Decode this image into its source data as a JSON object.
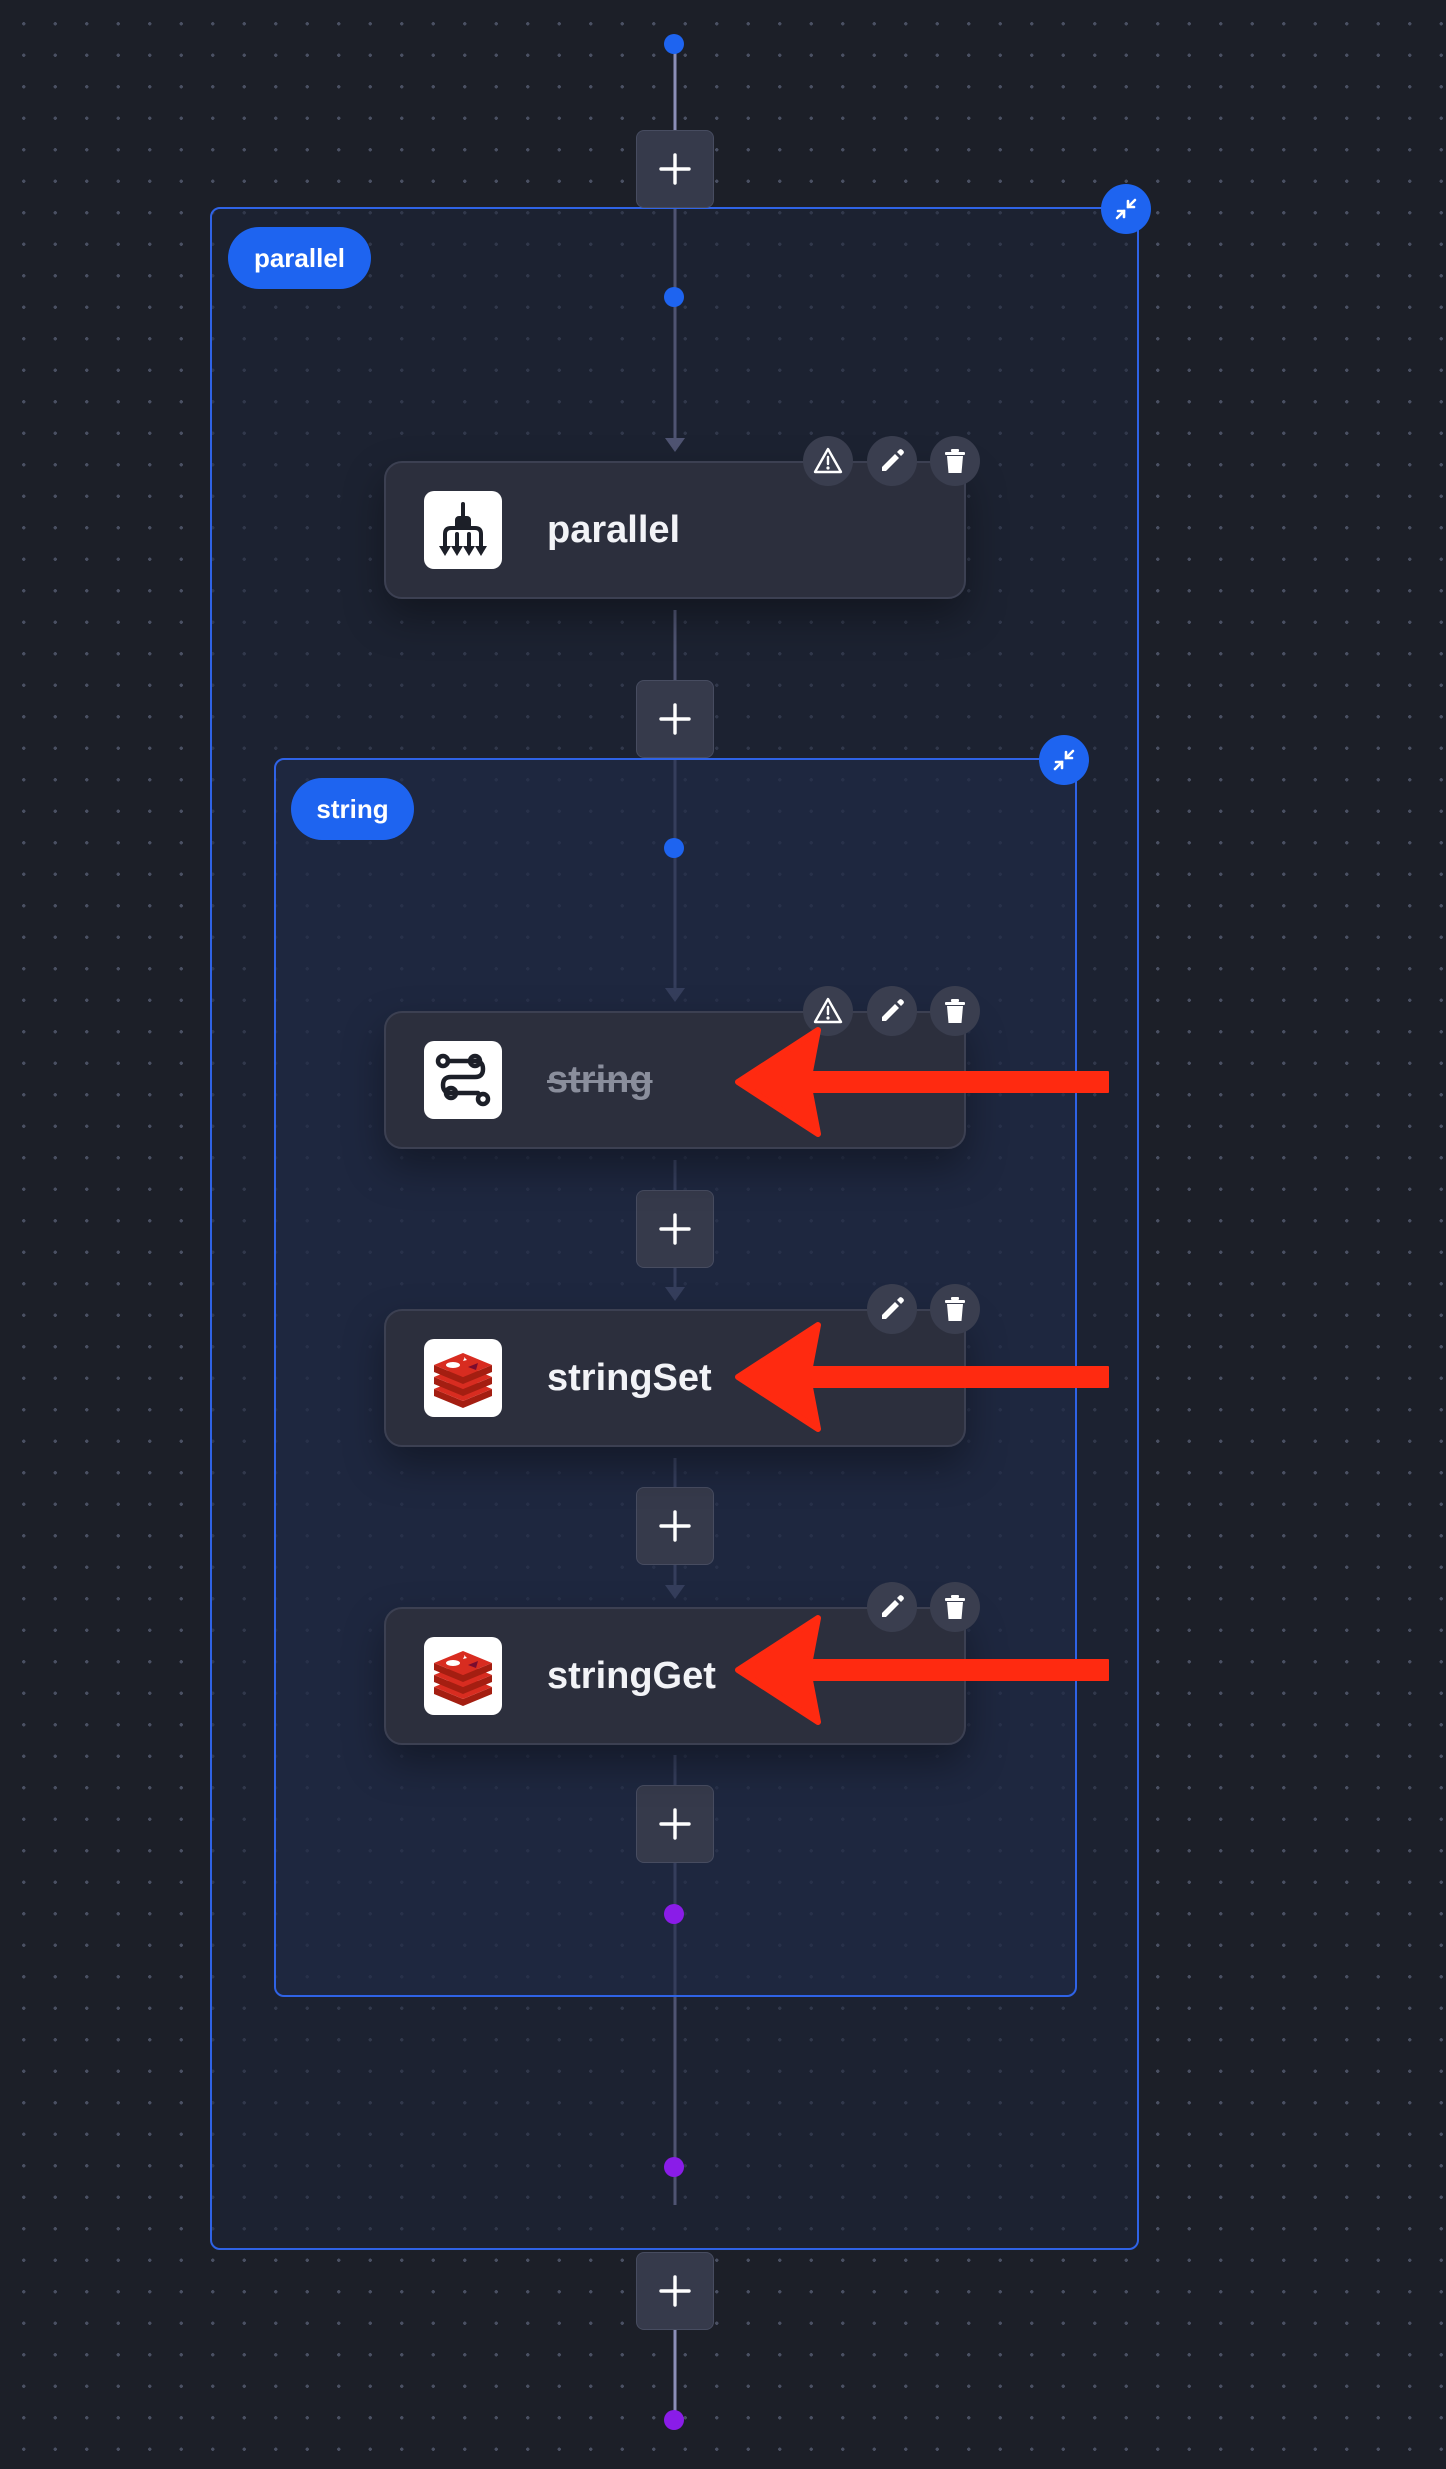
{
  "groups": {
    "outer": {
      "label": "parallel"
    },
    "inner": {
      "label": "string"
    }
  },
  "nodes": [
    {
      "label": "parallel",
      "icon": "parallel-branch-icon",
      "disabled": false,
      "actions": [
        "warning-icon",
        "edit-icon",
        "delete-icon"
      ]
    },
    {
      "label": "string",
      "icon": "string-flow-icon",
      "disabled": true,
      "actions": [
        "warning-icon",
        "edit-icon",
        "delete-icon"
      ]
    },
    {
      "label": "stringSet",
      "icon": "redis-icon",
      "disabled": false,
      "actions": [
        "edit-icon",
        "delete-icon"
      ]
    },
    {
      "label": "stringGet",
      "icon": "redis-icon",
      "disabled": false,
      "actions": [
        "edit-icon",
        "delete-icon"
      ]
    }
  ],
  "colors": {
    "background": "#1c1f28",
    "accent": "#1e64f0",
    "end_dot": "#8a1ce8",
    "connector": "#8c8fb8",
    "annotation_arrow": "#ff2a10"
  }
}
